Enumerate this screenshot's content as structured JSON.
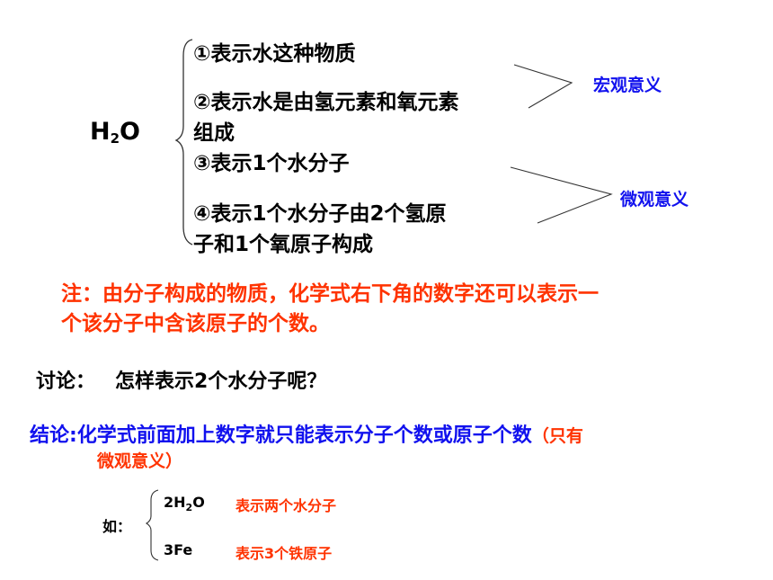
{
  "formula": {
    "main": "H",
    "sub": "2",
    "tail": "O"
  },
  "meanings": [
    {
      "text": "①表示水这种物质"
    },
    {
      "line1": "②表示水是由氢元素和氧元素",
      "line2": "组成"
    },
    {
      "text": "③表示1个水分子"
    },
    {
      "line1": "④表示1个水分子由2个氢原",
      "line2": "子和1个氧原子构成"
    }
  ],
  "macro_label": "宏观意义",
  "micro_label": "微观意义",
  "note": {
    "line1": "注：由分子构成的物质，化学式右下角的数字还可以表示一",
    "line2": "个该分子中含该原子的个数。"
  },
  "discussion": {
    "label": "讨论：",
    "question": "怎样表示2个水分子呢？"
  },
  "conclusion": {
    "main": "结论:化学式前面加上数字就只能表示分子个数或原子个数",
    "paren1": "（只有",
    "paren2": "微观意义）"
  },
  "examples": {
    "label": "如：",
    "items": [
      {
        "pre": "2H",
        "sub": "2",
        "post": "O",
        "meaning": "表示两个水分子"
      },
      {
        "pre": "3Fe",
        "meaning": "表示3个铁原子"
      }
    ]
  }
}
